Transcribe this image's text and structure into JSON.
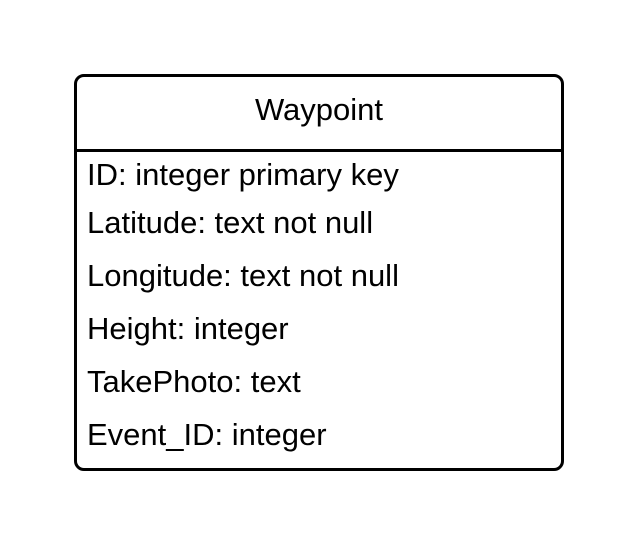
{
  "entity": {
    "title": "Waypoint",
    "fields": [
      "ID: integer primary key",
      "Latitude: text not null",
      "Longitude: text not null",
      "Height: integer",
      "TakePhoto: text",
      "Event_ID: integer"
    ]
  },
  "colors": {
    "stroke": "#000000",
    "fill": "#ffffff",
    "text": "#000000"
  }
}
